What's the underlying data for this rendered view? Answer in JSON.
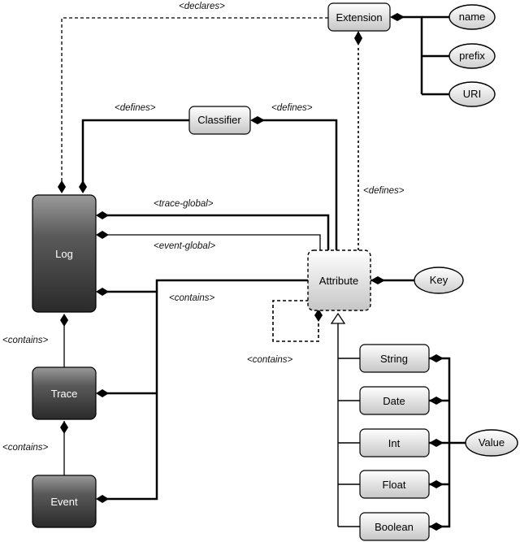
{
  "nodes": {
    "extension": "Extension",
    "classifier": "Classifier",
    "log": "Log",
    "attribute": "Attribute",
    "trace": "Trace",
    "event": "Event",
    "key": "Key",
    "name": "name",
    "prefix": "prefix",
    "uri": "URI",
    "string": "String",
    "date": "Date",
    "int": "Int",
    "float": "Float",
    "boolean": "Boolean",
    "value": "Value"
  },
  "edge_labels": {
    "declares": "<declares>",
    "defines_classifier_log": "<defines>",
    "defines_classifier_attr": "<defines>",
    "defines_ext_attr": "<defines>",
    "trace_global": "<trace-global>",
    "event_global": "<event-global>",
    "contains_attr": "<contains>",
    "contains_self": "<contains>",
    "contains_log_trace": "<contains>",
    "contains_trace_event": "<contains>"
  }
}
